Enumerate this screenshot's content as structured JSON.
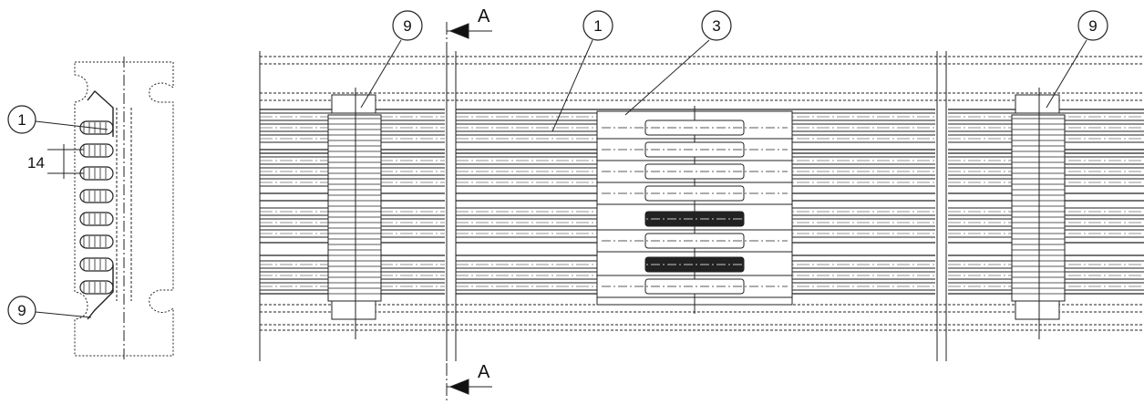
{
  "callouts": {
    "left_top": "1",
    "left_bottom": "9",
    "main_left": "9",
    "main_mid_1": "1",
    "main_mid_3": "3",
    "main_right": "9"
  },
  "dimension": {
    "pitch": "14"
  },
  "section_marks": {
    "top": "A",
    "bottom": "A"
  }
}
